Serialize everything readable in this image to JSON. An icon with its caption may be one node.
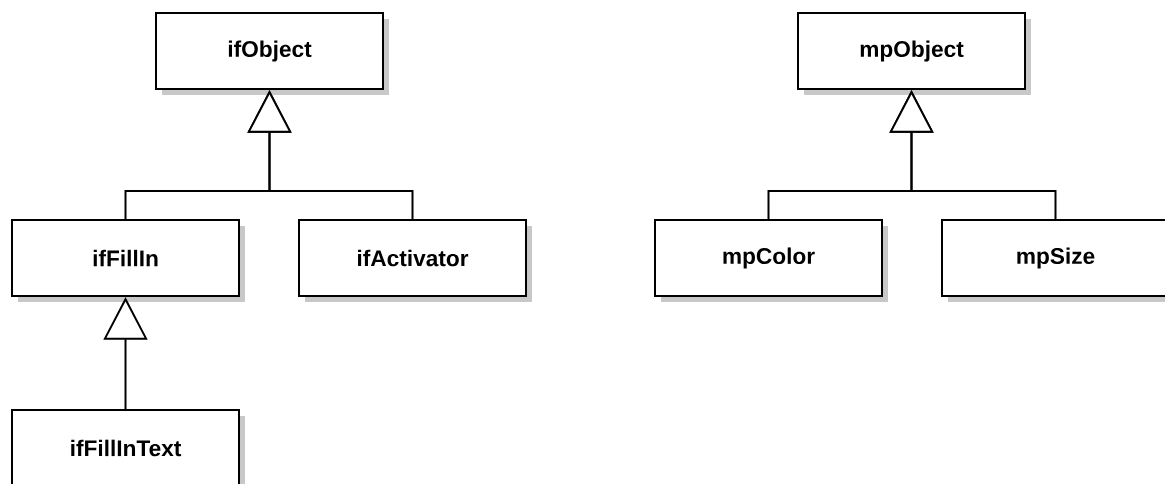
{
  "diagram": {
    "nodes": [
      {
        "text": [
          "ifObject"
        ]
      },
      {
        "text": [
          "ifFillIn"
        ]
      },
      {
        "text": [
          "ifActivator"
        ]
      },
      {
        "text": [
          "ifFillInText"
        ]
      },
      {
        "text": [
          "mpObject"
        ]
      },
      {
        "text": [
          "mpColor"
        ]
      },
      {
        "text": [
          "mpSize"
        ]
      }
    ],
    "edges": [
      {
        "from": 1,
        "to": 0,
        "arrow": "to"
      },
      {
        "from": 2,
        "to": 0,
        "arrow": "to"
      },
      {
        "from": 3,
        "to": 1,
        "arrow": "to"
      },
      {
        "from": 5,
        "to": 4,
        "arrow": "to"
      },
      {
        "from": 6,
        "to": 4,
        "arrow": "to"
      }
    ]
  }
}
